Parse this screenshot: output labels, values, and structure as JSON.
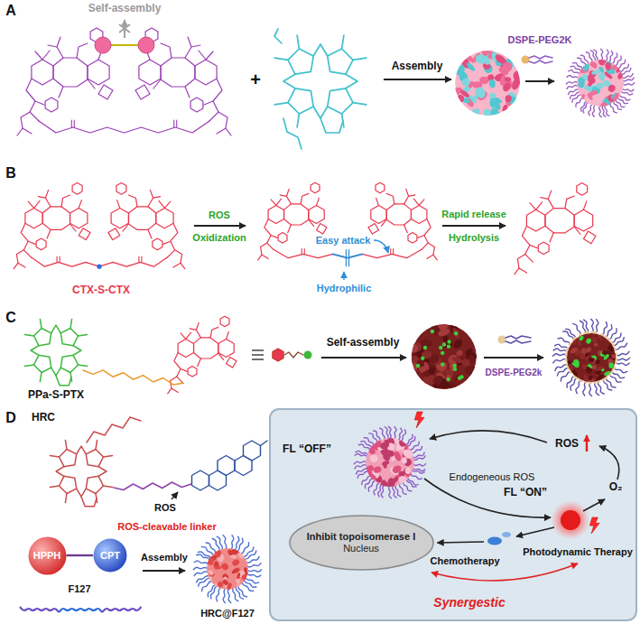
{
  "diagram": {
    "nodes": [
      {
        "text": [
          "HPPH"
        ]
      },
      {
        "text": [
          "CPT"
        ]
      },
      {
        "text": [
          "FL “OFF”",
          "FL “ON”",
          "Endogeneous ROS",
          "ROS",
          "O₂",
          "Chemotherapy",
          "Photodynamic Therapy",
          "Synergestic"
        ]
      },
      {
        "text": [
          "Inhibit topoisomerase I",
          "Nucleus"
        ],
        "in": 2
      }
    ],
    "edges": [
      {
        "from": 0,
        "to": 1,
        "arrow": "none"
      }
    ],
    "labels": [
      "A",
      "Self-assembly",
      "+",
      "Assembly",
      "DSPE-PEG2K",
      "B",
      "ROS",
      "Oxidization",
      "Easy attack",
      "Hydrophilic",
      "Rapid release",
      "Hydrolysis",
      "CTX-S-CTX",
      "C",
      "PPa-S-PTX",
      "Self-assembly",
      "DSPE-PEG2k",
      "D",
      "HRC",
      "ROS",
      "ROS-cleavable linker",
      "Assembly",
      "F127",
      "HRC@F127"
    ]
  }
}
